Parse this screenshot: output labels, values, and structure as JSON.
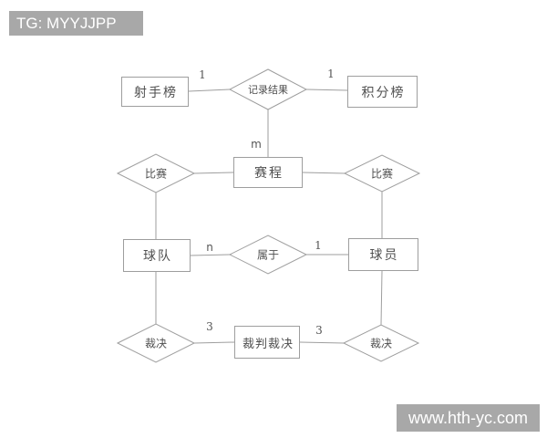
{
  "colors": {
    "background": "#ffffff",
    "line": "#9e9e9e",
    "shape_fill": "#ffffff",
    "diagram_text": "#4f4f4f",
    "badge_bg": "#a8a8a8",
    "badge_text": "#ffffff"
  },
  "watermarks": {
    "top_left": "TG: MYYJJPP",
    "bottom_right": "www.hth-yc.com"
  },
  "diagram": {
    "entities": [
      {
        "name": "top-scorer-list",
        "label": "射手榜"
      },
      {
        "name": "points-table",
        "label": "积分榜"
      },
      {
        "name": "schedule",
        "label": "赛程"
      },
      {
        "name": "team",
        "label": "球队"
      },
      {
        "name": "player",
        "label": "球员"
      },
      {
        "name": "referee-ruling",
        "label": "裁判裁决"
      }
    ],
    "relationships": [
      {
        "name": "record-result",
        "label": "记录结果"
      },
      {
        "name": "match-left",
        "label": "比赛"
      },
      {
        "name": "match-right",
        "label": "比赛"
      },
      {
        "name": "belongs-to",
        "label": "属于"
      },
      {
        "name": "ruling-left",
        "label": "裁决"
      },
      {
        "name": "ruling-right",
        "label": "裁决"
      }
    ],
    "cardinalities": [
      {
        "name": "scorer-to-record",
        "label": "1"
      },
      {
        "name": "record-to-points",
        "label": "1"
      },
      {
        "name": "record-to-schedule",
        "label": "m"
      },
      {
        "name": "team-to-belongs",
        "label": "n"
      },
      {
        "name": "belongs-to-player",
        "label": "1"
      },
      {
        "name": "ruling-to-referee-left",
        "label": "3"
      },
      {
        "name": "referee-to-ruling-right",
        "label": "3"
      }
    ]
  }
}
